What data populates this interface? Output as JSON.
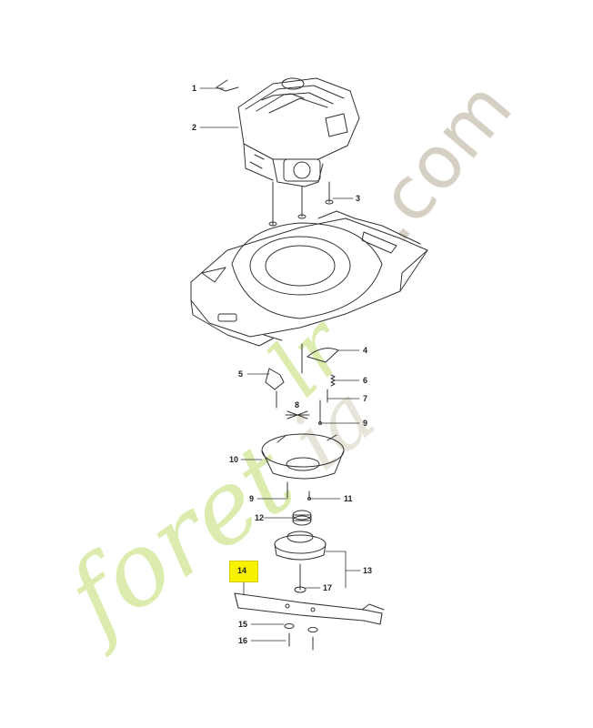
{
  "parts": [
    {
      "id": "1",
      "label": "1"
    },
    {
      "id": "2",
      "label": "2"
    },
    {
      "id": "3",
      "label": "3"
    },
    {
      "id": "4",
      "label": "4"
    },
    {
      "id": "5",
      "label": "5"
    },
    {
      "id": "6",
      "label": "6"
    },
    {
      "id": "7",
      "label": "7"
    },
    {
      "id": "8",
      "label": "8"
    },
    {
      "id": "9a",
      "label": "9"
    },
    {
      "id": "10",
      "label": "10"
    },
    {
      "id": "9b",
      "label": "9"
    },
    {
      "id": "11",
      "label": "11"
    },
    {
      "id": "12",
      "label": "12"
    },
    {
      "id": "13",
      "label": "13"
    },
    {
      "id": "14",
      "label": "14"
    },
    {
      "id": "17",
      "label": "17"
    },
    {
      "id": "15",
      "label": "15"
    },
    {
      "id": "16",
      "label": "16"
    }
  ],
  "highlighted_part": "14",
  "watermark": {
    "text_green": "foret",
    "text_grey": "ia",
    "text_green2": "lr",
    "text_domain": ".com",
    "green_color": "#d6e9a0",
    "grey_color": "#cfc8ba",
    "highlight_color": "#f7f200"
  }
}
